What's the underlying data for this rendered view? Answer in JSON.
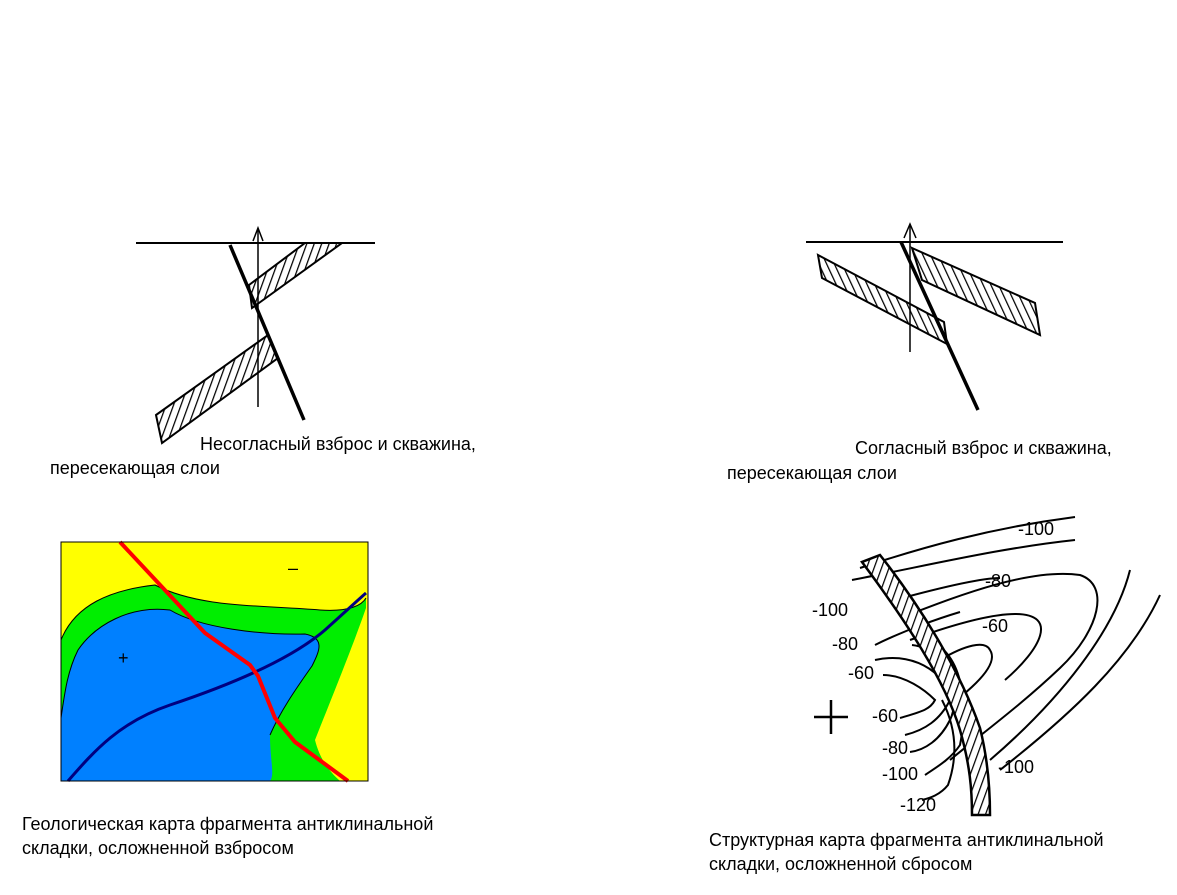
{
  "panels": {
    "reverse_fault": {
      "caption_line1": "Несогласный взброс и скважина,",
      "caption_line2": "пересекающая слои"
    },
    "normal_fault": {
      "caption_line1": "Согласный взброс и скважина,",
      "caption_line2": "пересекающая слои"
    },
    "geologic_map": {
      "caption_line1": "Геологическая карта фрагмента антиклинальной",
      "caption_line2": "складки, осложненной взбросом",
      "plus_sign": "+",
      "minus_sign": "–",
      "colors": {
        "outer": "#ffff00",
        "middle": "#00ee00",
        "core": "#0080ff",
        "fault": "#ff0000",
        "axis": "#000080"
      }
    },
    "structure_map": {
      "caption_line1": "Структурная карта фрагмента антиклинальной",
      "caption_line2": "складки, осложненной сбросом",
      "contour_labels": [
        "-100",
        "-80",
        "-100",
        "-60",
        "-80",
        "-60",
        "-60",
        "-80",
        "-100",
        "-100",
        "-120"
      ]
    }
  }
}
